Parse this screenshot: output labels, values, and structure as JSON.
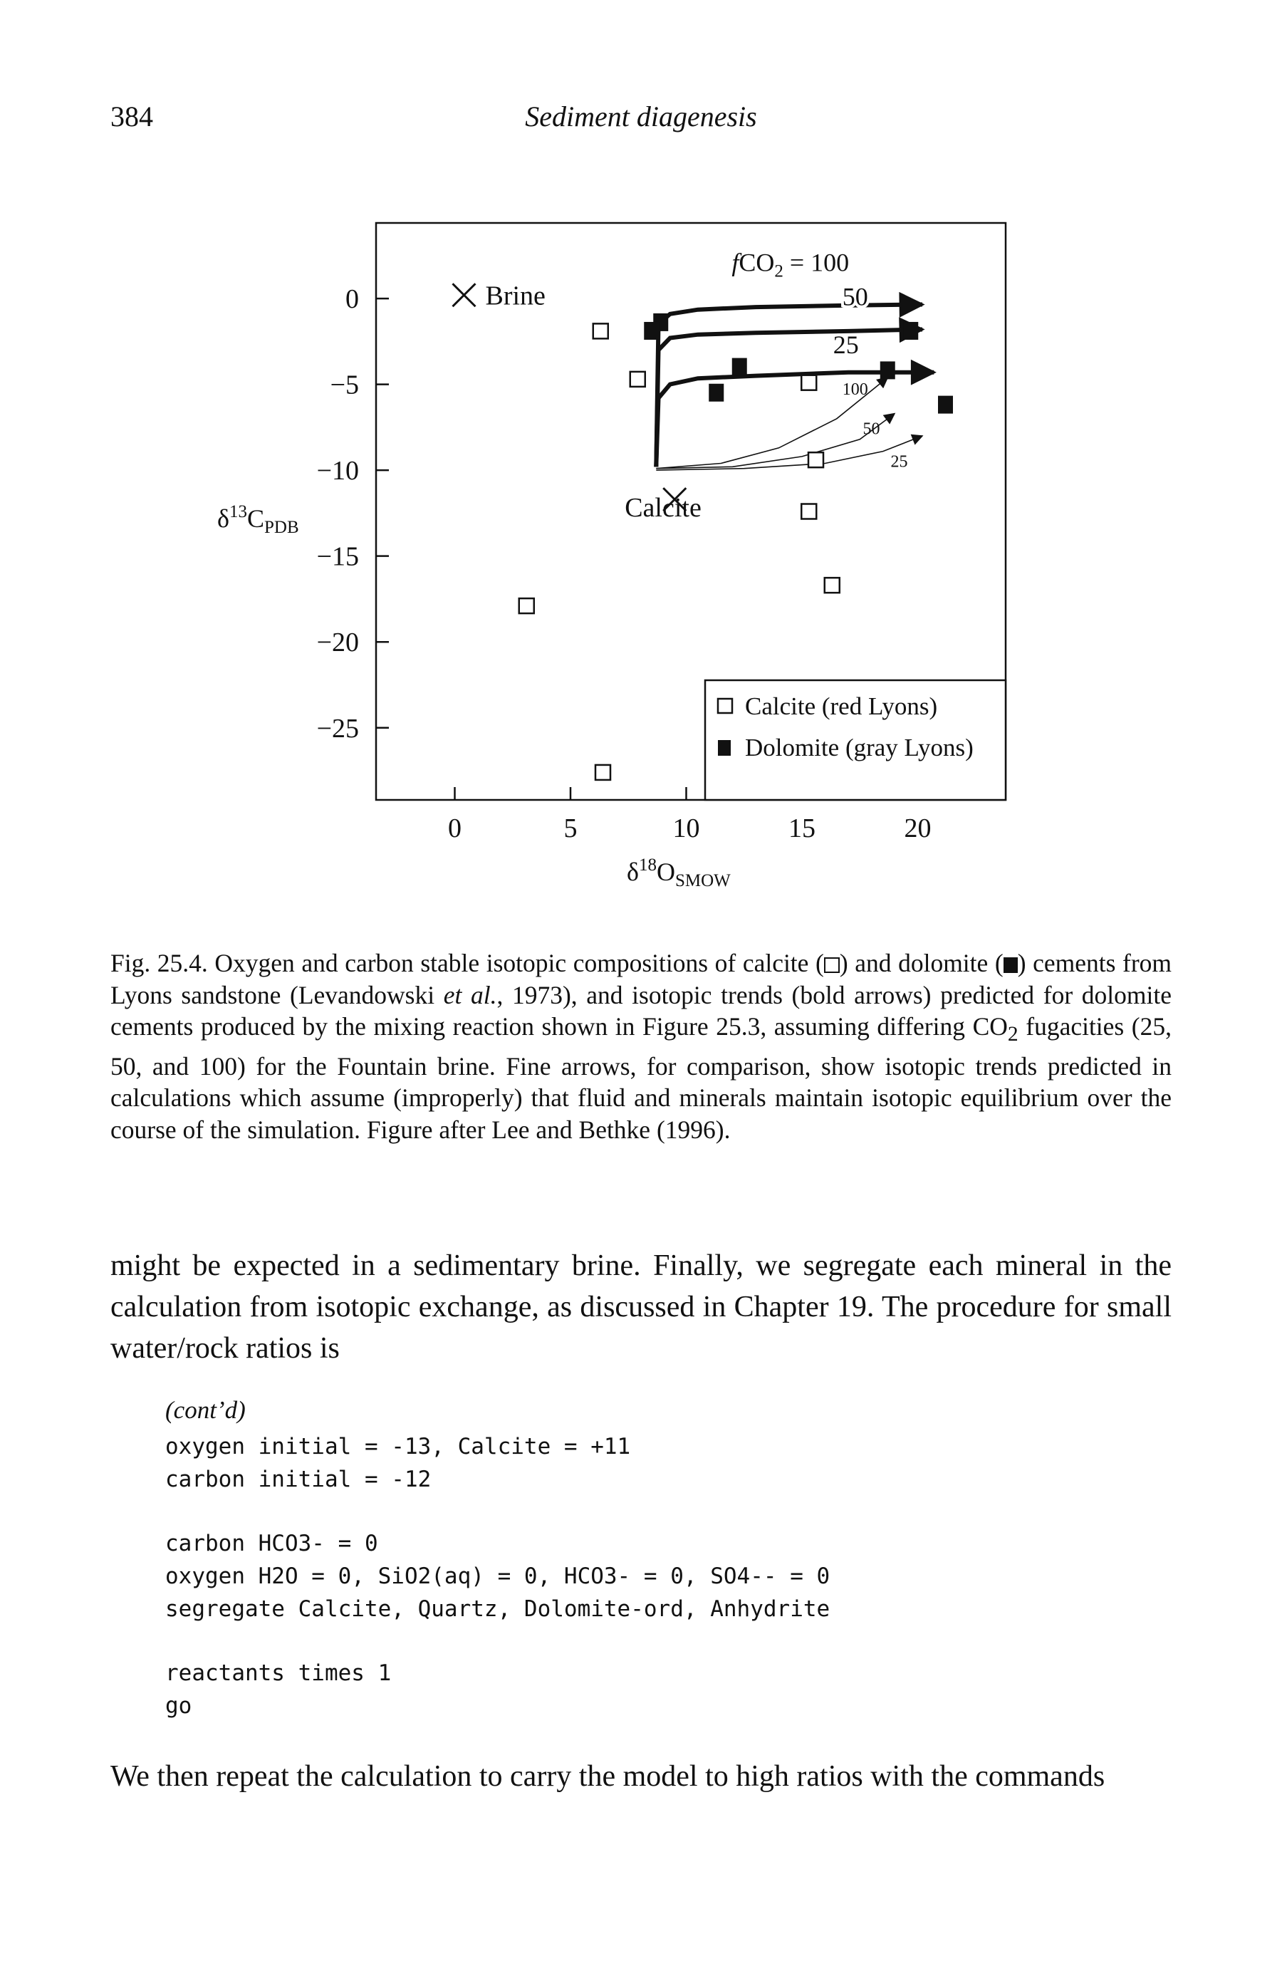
{
  "header": {
    "page_number": "384",
    "running_title": "Sediment diagenesis"
  },
  "chart_data": {
    "type": "scatter",
    "xlabel": "δ18O SMOW",
    "ylabel": "δ13C PDB",
    "xlim": [
      -3.4,
      23.8
    ],
    "ylim": [
      -29.2,
      4.4
    ],
    "x_ticks": [
      "0",
      "5",
      "10",
      "15",
      "20"
    ],
    "y_ticks": [
      "0",
      "-5",
      "-10",
      "-15",
      "-20",
      "-25"
    ],
    "ylabel_parts": {
      "base": "δ",
      "sup": "13",
      "main": "C",
      "sub": "PDB"
    },
    "xlabel_parts": {
      "base": "δ",
      "sup": "18",
      "main": "O",
      "sub": "SMOW"
    },
    "legend": {
      "placement": "lower-right",
      "entries": [
        {
          "marker": "open-square",
          "label": "Calcite (red Lyons)"
        },
        {
          "marker": "filled-square",
          "label": "Dolomite (gray Lyons)"
        }
      ]
    },
    "calcite_red_lyons": [
      {
        "x": 6.3,
        "y": -1.9
      },
      {
        "x": 7.9,
        "y": -4.7
      },
      {
        "x": 15.3,
        "y": -4.9
      },
      {
        "x": 15.6,
        "y": -9.4
      },
      {
        "x": 15.3,
        "y": -12.4
      },
      {
        "x": 16.3,
        "y": -16.7
      },
      {
        "x": 3.1,
        "y": -17.9
      },
      {
        "x": 6.4,
        "y": -27.6
      }
    ],
    "dolomite_gray_lyons": [
      {
        "x": 8.9,
        "y": -1.3
      },
      {
        "x": 8.5,
        "y": -1.8
      },
      {
        "x": 12.3,
        "y": -3.9
      },
      {
        "x": 11.3,
        "y": -5.4
      },
      {
        "x": 19.7,
        "y": -1.8
      },
      {
        "x": 18.7,
        "y": -4.1
      },
      {
        "x": 21.2,
        "y": -6.1
      }
    ],
    "points_x_brine": [
      {
        "x": 9.5,
        "y": -11.7
      }
    ],
    "legend_x_brine": {
      "x": 0.4,
      "y": 0.2,
      "label": "Brine"
    },
    "calcite_x_label": {
      "x": 9.0,
      "y": -12.7,
      "text": "Calcite"
    },
    "bold_arrows": [
      {
        "label": "fCO₂ = 100",
        "label_parts": {
          "f": "f",
          "co": "CO",
          "sub": "2",
          "rest": " = 100"
        },
        "points": [
          [
            8.7,
            -9.8
          ],
          [
            8.8,
            -1.5
          ],
          [
            9.3,
            -0.9
          ],
          [
            10.5,
            -0.65
          ],
          [
            13,
            -0.5
          ],
          [
            17,
            -0.4
          ],
          [
            20.2,
            -0.35
          ]
        ],
        "label_at": [
          14.5,
          1.6
        ]
      },
      {
        "label": "50",
        "points": [
          [
            8.7,
            -9.8
          ],
          [
            8.8,
            -3.0
          ],
          [
            9.3,
            -2.3
          ],
          [
            10.5,
            -2.1
          ],
          [
            13,
            -2.0
          ],
          [
            17,
            -1.9
          ],
          [
            20.2,
            -1.8
          ]
        ],
        "label_at": [
          17.3,
          -0.4
        ]
      },
      {
        "label": "25",
        "points": [
          [
            8.7,
            -9.8
          ],
          [
            8.8,
            -5.8
          ],
          [
            9.3,
            -5.0
          ],
          [
            10.5,
            -4.65
          ],
          [
            13,
            -4.5
          ],
          [
            17,
            -4.3
          ],
          [
            20.7,
            -4.3
          ]
        ],
        "label_at": [
          16.9,
          -3.2
        ]
      }
    ],
    "fine_arrows": [
      {
        "label": "100",
        "points": [
          [
            8.7,
            -9.9
          ],
          [
            11.5,
            -9.6
          ],
          [
            14,
            -8.7
          ],
          [
            16.5,
            -7.0
          ],
          [
            18.7,
            -4.6
          ]
        ],
        "label_at": [
          17.3,
          -5.6
        ]
      },
      {
        "label": "50",
        "points": [
          [
            8.7,
            -9.9
          ],
          [
            12,
            -9.8
          ],
          [
            15,
            -9.2
          ],
          [
            17.5,
            -8.2
          ],
          [
            19.0,
            -6.7
          ]
        ],
        "label_at": [
          18.0,
          -7.9
        ]
      },
      {
        "label": "25",
        "points": [
          [
            8.7,
            -10.0
          ],
          [
            12.5,
            -9.9
          ],
          [
            16,
            -9.6
          ],
          [
            18.5,
            -8.9
          ],
          [
            20.2,
            -8.0
          ]
        ],
        "label_at": [
          19.2,
          -9.8
        ]
      }
    ]
  },
  "caption": {
    "fig_label": "Fig. 25.4.",
    "part1": " Oxygen and carbon stable isotopic compositions of calcite (",
    "part2": ") and dolomite (",
    "part3": ") cements from Lyons sandstone (Levandowski ",
    "etal": "et al.",
    "part4": ", 1973), and isotopic trends (bold arrows) predicted for dolomite cements produced by the mixing reaction shown in Figure 25.3, assuming differing ",
    "co2": "CO",
    "co2_sub": "2",
    "part5": " fugacities (25, 50, and 100) for the Fountain brine. Fine arrows, for comparison, show isotopic trends predicted in calculations which assume (improperly) that fluid and minerals maintain isotopic equilibrium over the course of the simulation. Figure after Lee and Bethke (1996)."
  },
  "paragraph1": "might be expected in a sedimentary brine. Finally, we segregate each mineral in the calculation from isotopic exchange, as discussed in Chapter 19. The procedure for small water/rock ratios is",
  "code": {
    "label": "(cont’d)",
    "lines": [
      "oxygen initial = -13, Calcite = +11",
      "carbon initial = -12",
      "",
      "carbon HCO3- = 0",
      "oxygen H2O = 0, SiO2(aq) = 0, HCO3- = 0, SO4-- = 0",
      "segregate Calcite, Quartz, Dolomite-ord, Anhydrite",
      "",
      "reactants times 1",
      "go"
    ]
  },
  "paragraph2": "We then repeat the calculation to carry the model to high ratios with the commands"
}
